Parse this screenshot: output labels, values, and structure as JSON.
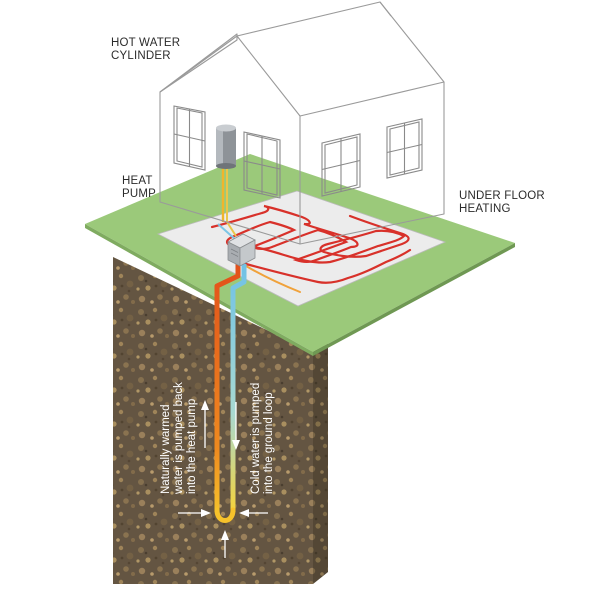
{
  "labels": {
    "hot_water_cylinder": [
      "HOT WATER",
      "CYLINDER"
    ],
    "heat_pump": [
      "HEAT",
      "PUMP"
    ],
    "under_floor_heating": [
      "UNDER FLOOR",
      "HEATING"
    ],
    "warm_water_return": [
      "Naturally warmed",
      "water is pumped back",
      "into the heat pump"
    ],
    "cold_water_out": [
      "Cold water is pumped",
      "into the ground loop"
    ]
  },
  "colors": {
    "grass": "#9bc97a",
    "soil": "#6b5a45",
    "floor": "#ececec",
    "warm_pipe": "#e4571b",
    "cold_pipe": "#7cc6e6",
    "underfloor_pipe": "#d8312a"
  }
}
